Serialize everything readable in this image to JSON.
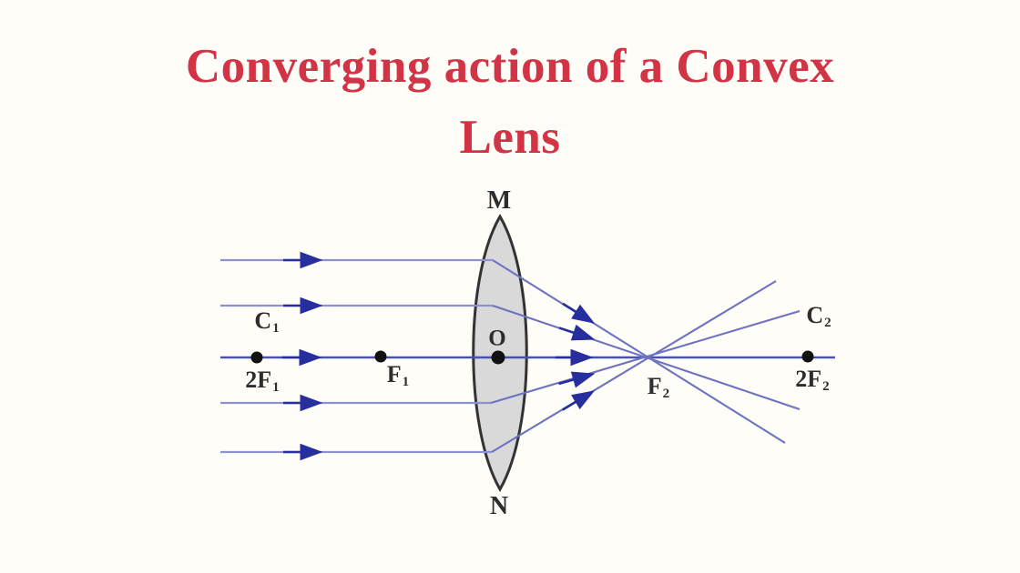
{
  "title": {
    "line1": "Converging action of a Convex",
    "line2": "Lens",
    "color": "#d23345"
  },
  "diagram": {
    "labels": {
      "lens_top": {
        "base": "M"
      },
      "lens_bottom": {
        "base": "N"
      },
      "optical_center": {
        "base": "O"
      },
      "c1": {
        "base": "C",
        "sub": "1"
      },
      "two_f1": {
        "base": "2F",
        "sub": "1"
      },
      "f1": {
        "base": "F",
        "sub": "1"
      },
      "f2": {
        "base": "F",
        "sub": "2"
      },
      "two_f2": {
        "base": "2F",
        "sub": "2"
      },
      "c2": {
        "base": "C",
        "sub": "2"
      }
    },
    "colors": {
      "parallel_ray": "#8d92cc",
      "refracted_ray": "#6d73c0",
      "principal_axis": "#4a52aa",
      "arrowhead": "#272e9e",
      "lens_fill": "#d9d9d9",
      "lens_outline": "#333333",
      "point_dot": "#111111"
    }
  }
}
